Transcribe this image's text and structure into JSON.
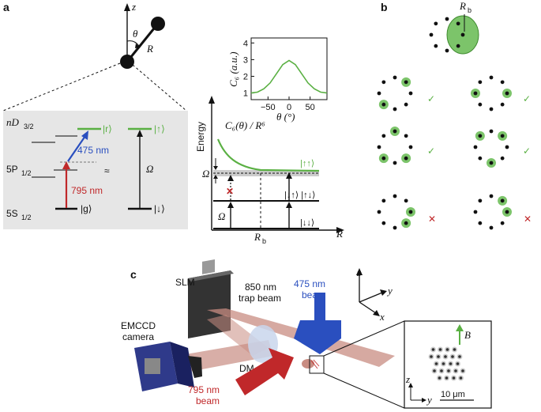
{
  "panel_a": {
    "label": "a",
    "geometry": {
      "z": "z",
      "theta": "θ",
      "R": "R"
    },
    "levels": {
      "nD": "nD",
      "nD_sub": "3/2",
      "5P": "5P",
      "5P_sub": "1/2",
      "5S": "5S",
      "5S_sub": "1/2",
      "r_ket": "|r⟩",
      "g_ket": "|g⟩",
      "up_ket": "|↑⟩",
      "down_ket": "|↓⟩",
      "approx": "≈",
      "omega": "Ω"
    },
    "lasers": {
      "blue_label": "475 nm",
      "red_label": "795 nm"
    },
    "energy_plot": {
      "ylabel": "Energy",
      "xlabel": "R",
      "curve_label": "C₆(θ) / R⁶",
      "omega_left": "Ω",
      "omega_small": "Ω",
      "rb": "R",
      "rb_sub": "b",
      "ket_upup": "|↑↑⟩",
      "ket_mixed": "|↓↑⟩ |↑↓⟩",
      "ket_downdown": "|↓↓⟩",
      "cross": "✕"
    }
  },
  "chart_data": {
    "type": "line",
    "title": "",
    "xlabel": "θ (°)",
    "ylabel": "C₆ (a.u.)",
    "x": [
      -90,
      -75,
      -60,
      -45,
      -30,
      -15,
      0,
      15,
      30,
      45,
      60,
      75,
      90
    ],
    "series": [
      {
        "values": [
          1.0,
          1.05,
          1.25,
          1.6,
          2.15,
          2.7,
          2.95,
          2.7,
          2.15,
          1.6,
          1.25,
          1.05,
          1.0
        ]
      }
    ],
    "xticks": [
      "−50",
      "0",
      "50"
    ],
    "yticks": [
      "1",
      "2",
      "3",
      "4"
    ],
    "xlim": [
      -90,
      90
    ],
    "ylim": [
      0.6,
      4.3
    ],
    "color": "#5ab043"
  },
  "panel_b": {
    "label": "b",
    "rb": "R",
    "rb_sub": "b",
    "check": "✓",
    "cross": "✕"
  },
  "panel_c": {
    "label": "c",
    "slm": "SLM",
    "trap_beam_1": "850 nm",
    "trap_beam_2": "trap beam",
    "blue_beam_1": "475 nm",
    "blue_beam_2": "beam",
    "camera_1": "EMCCD",
    "camera_2": "camera",
    "dm": "DM",
    "red_beam_1": "795 nm",
    "red_beam_2": "beam",
    "axes": {
      "z": "z",
      "y": "y",
      "x": "x"
    },
    "inset": {
      "z": "z",
      "y": "y",
      "B": "B",
      "scale": "10 μm"
    }
  },
  "colors": {
    "green": "#5ab043",
    "blue": "#2a4fbf",
    "red": "#c0282a"
  }
}
